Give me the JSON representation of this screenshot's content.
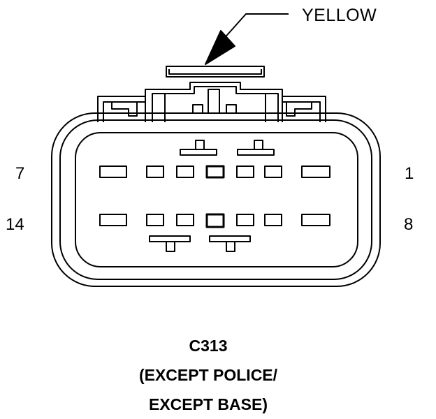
{
  "connector": {
    "callout": "YELLOW",
    "pin_labels": {
      "top_left": "7",
      "top_right": "1",
      "bottom_left": "14",
      "bottom_right": "8"
    },
    "id": "C313",
    "description_line1": "(EXCEPT POLICE/",
    "description_line2": "EXCEPT BASE)"
  },
  "colors": {
    "line": "#000000",
    "background": "#ffffff"
  }
}
